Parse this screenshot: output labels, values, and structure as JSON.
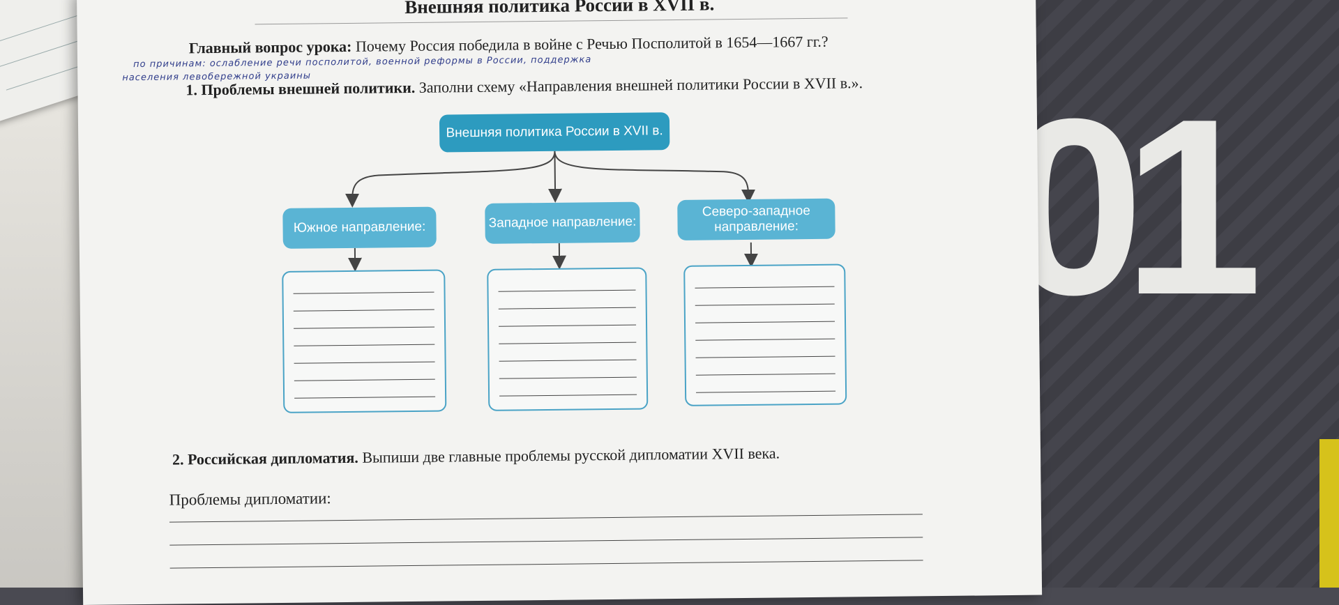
{
  "worksheet": {
    "title": "Внешняя политика России в XVII в.",
    "main_question": {
      "label": "Главный вопрос урока:",
      "text": "Почему Россия победила в войне с Речью Посполитой в 1654—1667 гг.?"
    },
    "handwritten": {
      "line1": "по причинам: ослабление речи посполитой, военной реформы в России, поддержка",
      "line2": "населения левобережной украины"
    },
    "task1": {
      "label": "1. Проблемы внешней политики.",
      "text": "Заполни схему «Направления внешней политики России в XVII в.»."
    },
    "scheme": {
      "root": "Внешняя политика России в XVII в.",
      "directions": [
        {
          "label": "Южное направление:"
        },
        {
          "label": "Западное направление:"
        },
        {
          "label": "Северо-западное направление:"
        }
      ]
    },
    "task2": {
      "label": "2. Российская дипломатия.",
      "text": "Выпиши две главные проблемы русской дипломатии XVII века."
    },
    "diplomacy_label": "Проблемы дипломатии:"
  },
  "background": {
    "shirt_number": "01",
    "colors": {
      "accent": "#2d9bbf",
      "box_light": "#5ab4d4",
      "handwriting": "#2f3c8a"
    }
  }
}
